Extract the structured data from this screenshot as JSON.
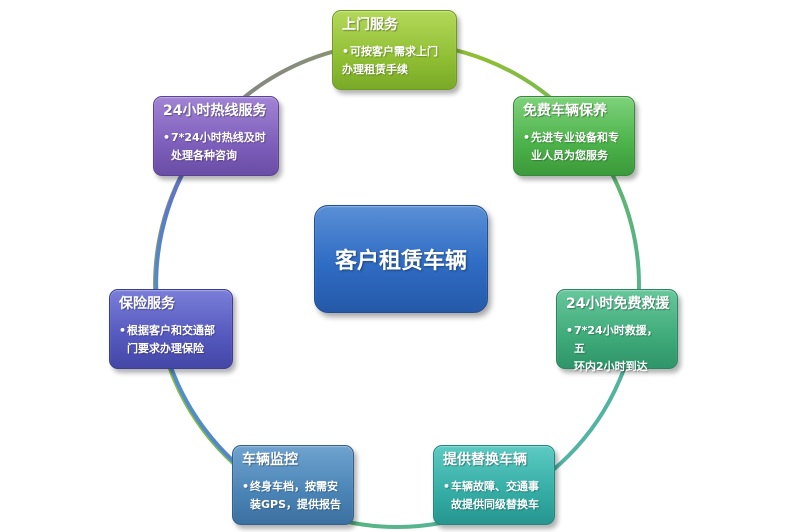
{
  "center": {
    "label": "客户租赁车辆"
  },
  "nodes": [
    {
      "title": "上门服务",
      "lines": [
        "可按客户需求上门",
        "办理租赁手续"
      ]
    },
    {
      "title": "免费车辆保养",
      "lines": [
        "先进专业设备和专",
        "业人员为您服务"
      ]
    },
    {
      "title": "24小时免费救援",
      "lines": [
        "7*24小时救援，五",
        "环内2小时到达"
      ]
    },
    {
      "title": "提供替换车辆",
      "lines": [
        "车辆故障、交通事",
        "故提供同级替换车"
      ]
    },
    {
      "title": "车辆监控",
      "lines": [
        "终身车档，按需安",
        "装GPS，提供报告"
      ]
    },
    {
      "title": "保险服务",
      "lines": [
        "根据客户和交通部",
        "门要求办理保险"
      ]
    },
    {
      "title": "24小时热线服务",
      "lines": [
        "7*24小时热线及时",
        "处理各种咨询"
      ]
    }
  ],
  "colors": {
    "center": "#2f6cc4",
    "ring_gradient": [
      "#7e5fbc",
      "#90bf34",
      "#4cb24a",
      "#3faa7a",
      "#34aca4",
      "#4a84b6",
      "#5558bd"
    ]
  }
}
